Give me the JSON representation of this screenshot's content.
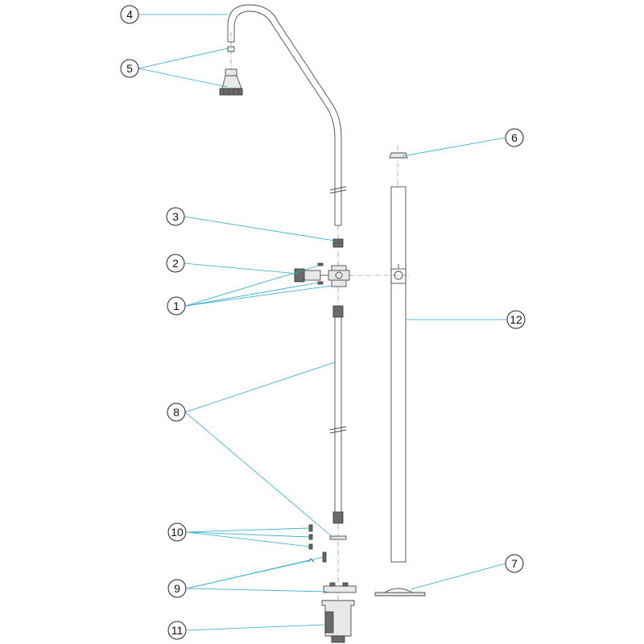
{
  "callouts": [
    {
      "number": "1"
    },
    {
      "number": "2"
    },
    {
      "number": "3"
    },
    {
      "number": "4"
    },
    {
      "number": "5"
    },
    {
      "number": "6"
    },
    {
      "number": "7"
    },
    {
      "number": "8"
    },
    {
      "number": "9"
    },
    {
      "number": "10"
    },
    {
      "number": "11"
    },
    {
      "number": "12"
    }
  ],
  "colors": {
    "leader_line": "#2aa9c9",
    "part_outline": "#4a4a4a",
    "background": "#ffffff"
  }
}
